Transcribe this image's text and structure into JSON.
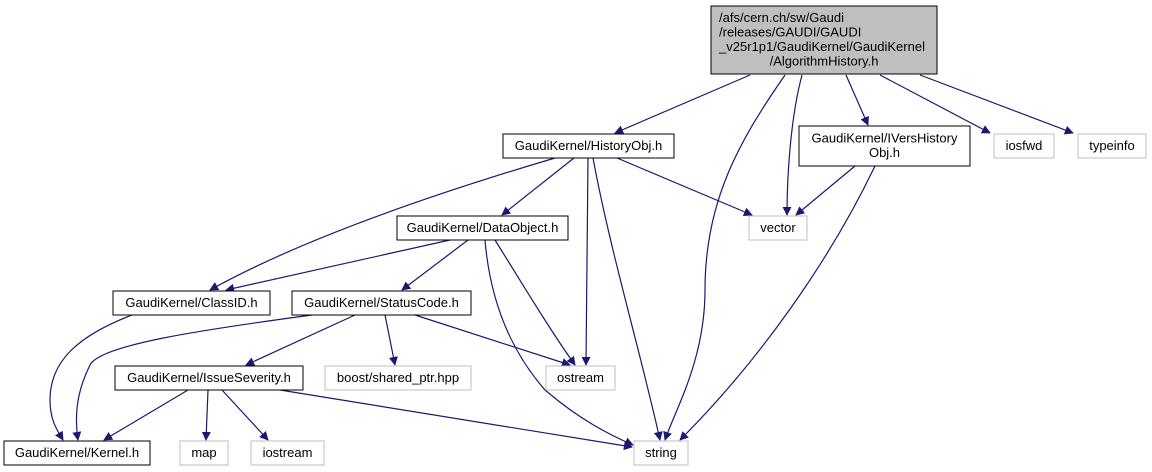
{
  "graph": {
    "title": "Include dependency graph for AlgorithmHistory.h",
    "edge_color": "#191970",
    "nodes": [
      {
        "id": "root",
        "lines": [
          "/afs/cern.ch/sw/Gaudi",
          "/releases/GAUDI/GAUDI",
          "_v25r1p1/GaudiKernel/GaudiKernel",
          "/AlgorithmHistory.h"
        ],
        "kind": "root",
        "fill": "#bfbfbf",
        "stroke": "#000000"
      },
      {
        "id": "historyobj",
        "lines": [
          "GaudiKernel/HistoryObj.h"
        ],
        "kind": "documented",
        "fill": "#ffffff",
        "stroke": "#000000"
      },
      {
        "id": "ivershistoryobj",
        "lines": [
          "GaudiKernel/IVersHistory",
          "Obj.h"
        ],
        "kind": "documented",
        "fill": "#ffffff",
        "stroke": "#000000"
      },
      {
        "id": "iosfwd",
        "lines": [
          "iosfwd"
        ],
        "kind": "external",
        "fill": "#ffffff",
        "stroke": "#bfbfbf"
      },
      {
        "id": "typeinfo",
        "lines": [
          "typeinfo"
        ],
        "kind": "external",
        "fill": "#ffffff",
        "stroke": "#bfbfbf"
      },
      {
        "id": "vector",
        "lines": [
          "vector"
        ],
        "kind": "external",
        "fill": "#ffffff",
        "stroke": "#bfbfbf"
      },
      {
        "id": "dataobject",
        "lines": [
          "GaudiKernel/DataObject.h"
        ],
        "kind": "documented",
        "fill": "#ffffff",
        "stroke": "#000000"
      },
      {
        "id": "classid",
        "lines": [
          "GaudiKernel/ClassID.h"
        ],
        "kind": "documented",
        "fill": "#ffffff",
        "stroke": "#000000"
      },
      {
        "id": "statuscode",
        "lines": [
          "GaudiKernel/StatusCode.h"
        ],
        "kind": "documented",
        "fill": "#ffffff",
        "stroke": "#000000"
      },
      {
        "id": "issueseverity",
        "lines": [
          "GaudiKernel/IssueSeverity.h"
        ],
        "kind": "documented",
        "fill": "#ffffff",
        "stroke": "#000000"
      },
      {
        "id": "shared_ptr",
        "lines": [
          "boost/shared_ptr.hpp"
        ],
        "kind": "external",
        "fill": "#ffffff",
        "stroke": "#bfbfbf"
      },
      {
        "id": "ostream",
        "lines": [
          "ostream"
        ],
        "kind": "external",
        "fill": "#ffffff",
        "stroke": "#bfbfbf"
      },
      {
        "id": "kernel",
        "lines": [
          "GaudiKernel/Kernel.h"
        ],
        "kind": "documented",
        "fill": "#ffffff",
        "stroke": "#000000"
      },
      {
        "id": "map",
        "lines": [
          "map"
        ],
        "kind": "external",
        "fill": "#ffffff",
        "stroke": "#bfbfbf"
      },
      {
        "id": "iostream",
        "lines": [
          "iostream"
        ],
        "kind": "external",
        "fill": "#ffffff",
        "stroke": "#bfbfbf"
      },
      {
        "id": "string",
        "lines": [
          "string"
        ],
        "kind": "external",
        "fill": "#ffffff",
        "stroke": "#bfbfbf"
      }
    ],
    "edges": [
      {
        "from": "root",
        "to": "historyobj"
      },
      {
        "from": "root",
        "to": "string"
      },
      {
        "from": "root",
        "to": "vector"
      },
      {
        "from": "root",
        "to": "ivershistoryobj"
      },
      {
        "from": "root",
        "to": "iosfwd"
      },
      {
        "from": "root",
        "to": "typeinfo"
      },
      {
        "from": "historyobj",
        "to": "classid"
      },
      {
        "from": "historyobj",
        "to": "dataobject"
      },
      {
        "from": "historyobj",
        "to": "ostream"
      },
      {
        "from": "historyobj",
        "to": "string"
      },
      {
        "from": "historyobj",
        "to": "vector"
      },
      {
        "from": "ivershistoryobj",
        "to": "vector"
      },
      {
        "from": "ivershistoryobj",
        "to": "string"
      },
      {
        "from": "dataobject",
        "to": "classid"
      },
      {
        "from": "dataobject",
        "to": "statuscode"
      },
      {
        "from": "dataobject",
        "to": "ostream"
      },
      {
        "from": "dataobject",
        "to": "string"
      },
      {
        "from": "classid",
        "to": "kernel"
      },
      {
        "from": "statuscode",
        "to": "kernel"
      },
      {
        "from": "statuscode",
        "to": "issueseverity"
      },
      {
        "from": "statuscode",
        "to": "shared_ptr"
      },
      {
        "from": "statuscode",
        "to": "ostream"
      },
      {
        "from": "issueseverity",
        "to": "kernel"
      },
      {
        "from": "issueseverity",
        "to": "map"
      },
      {
        "from": "issueseverity",
        "to": "iostream"
      },
      {
        "from": "issueseverity",
        "to": "string"
      }
    ]
  }
}
